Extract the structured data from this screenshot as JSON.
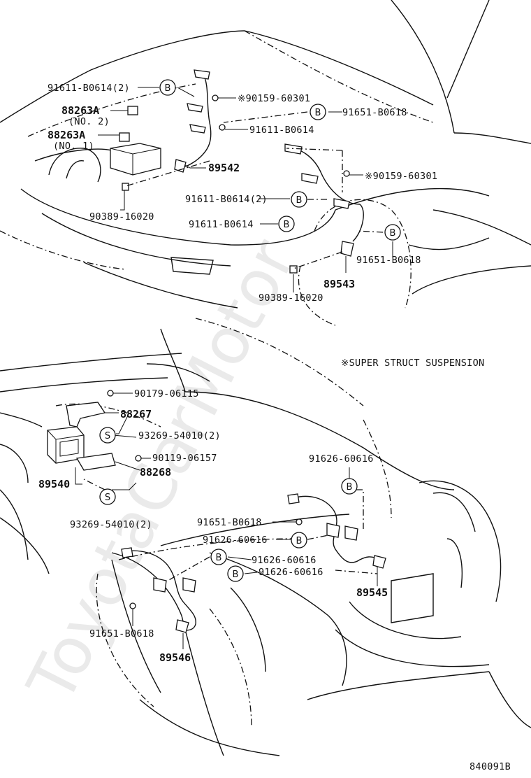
{
  "diagram_id": "840091B",
  "note_label": "※SUPER STRUCT SUSPENSION",
  "watermark": "ToyotaCarMotor",
  "upper": {
    "labels": {
      "p_91611_b0614_2_top": "91611-B0614(2)",
      "p_88263a_no2": "88263A",
      "p_no2": "(NO. 2)",
      "p_88263a_no1": "88263A",
      "p_no1": "(NO. 1)",
      "p_90159_60301_top": "※90159-60301",
      "p_91651_b0618_top": "91651-B0618",
      "p_91611_b0614_mid": "91611-B0614",
      "p_89542": "89542",
      "p_90159_60301_right": "※90159-60301",
      "p_91611_b0614_2_mid": "91611-B0614(2)",
      "p_90389_16020_left": "90389-16020",
      "p_91611_b0614_low": "91611-B0614",
      "p_91651_b0618_right": "91651-B0618",
      "p_89543": "89543",
      "p_90389_16020_low": "90389-16020"
    },
    "circle_letters": [
      "B",
      "B",
      "B",
      "B",
      "B"
    ]
  },
  "lower": {
    "labels": {
      "p_90179_06115": "90179-06115",
      "p_88267": "88267",
      "p_93269_54010_2_top": "93269-54010(2)",
      "p_90119_06157": "90119-06157",
      "p_88268": "88268",
      "p_89540": "89540",
      "p_93269_54010_2_low": "93269-54010(2)",
      "p_91626_60616_top": "91626-60616",
      "p_91651_b0618_mid": "91651-B0618",
      "p_91626_60616_a": "91626-60616",
      "p_91626_60616_b": "91626-60616",
      "p_91626_60616_c": "91626-60616",
      "p_89545": "89545",
      "p_91651_b0618_low": "91651-B0618",
      "p_89546": "89546"
    },
    "circle_letters": [
      "S",
      "S",
      "B",
      "B",
      "B",
      "B"
    ]
  }
}
